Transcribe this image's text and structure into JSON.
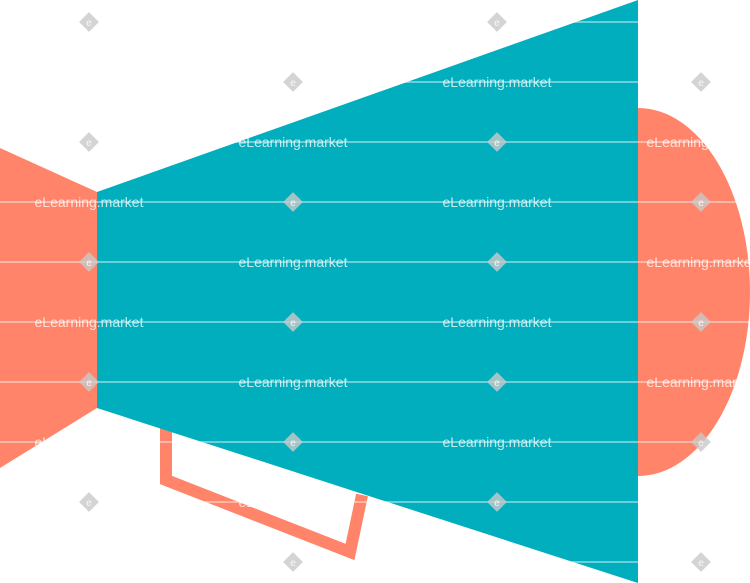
{
  "watermark": {
    "text": "eLearning.market",
    "badge_letter": "e"
  },
  "colors": {
    "megaphone_body": "#00AEBE",
    "megaphone_accent": "#FF8469",
    "watermark_line": "#FFFFFF",
    "watermark_diamond": "#C9C9C9",
    "background": "#FFFFFF"
  },
  "icons": [
    "megaphone-illustration",
    "watermark-diamond-icon",
    "watermark-badge-icon"
  ]
}
